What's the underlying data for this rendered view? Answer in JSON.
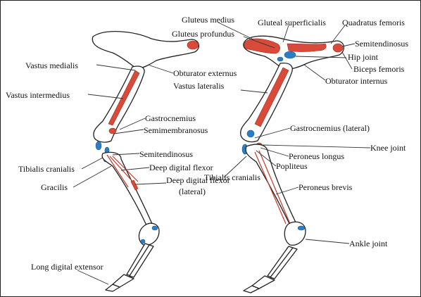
{
  "colors": {
    "bone_outline": "#222222",
    "muscle": "#d94a3a",
    "joint": "#2a7fc4",
    "background": "#ffffff"
  },
  "labels": {
    "gluteus_medius": "Gluteus medius",
    "gluteus_profundus": "Gluteus profundus",
    "gluteal_superficialis": "Gluteal superficialis",
    "quadratus_femoris": "Quadratus femoris",
    "semitendinosus_hip": "Semitendinosus",
    "hip_joint": "Hip joint",
    "biceps_femoris": "Biceps femoris",
    "obturator_externus": "Obturator externus",
    "obturator_internus": "Obturator internus",
    "vastus_medialis": "Vastus medialis",
    "vastus_intermedius": "Vastus intermedius",
    "vastus_lateralis": "Vastus lateralis",
    "gastrocnemius": "Gastrocnemius",
    "semimembranosus": "Semimembranosus",
    "gastrocnemius_lateral": "Gastrocnemius (lateral)",
    "semitendinosus_knee": "Semitendinosus",
    "knee_joint": "Knee joint",
    "peroneus_longus": "Peroneus longus",
    "popliteus": "Popliteus",
    "tibialis_cranialis_left": "Tibialis cranialis",
    "tibialis_cranialis_right": "Tibialis cranialis",
    "deep_digital_flexor": "Deep digital flexor",
    "deep_digital_flexor_lateral_1": "Deep digital flexor",
    "deep_digital_flexor_lateral_2": "(lateral)",
    "gracilis": "Gracilis",
    "peroneus_brevis": "Peroneus brevis",
    "ankle_joint": "Ankle joint",
    "long_digital_extensor": "Long digital extensor"
  }
}
